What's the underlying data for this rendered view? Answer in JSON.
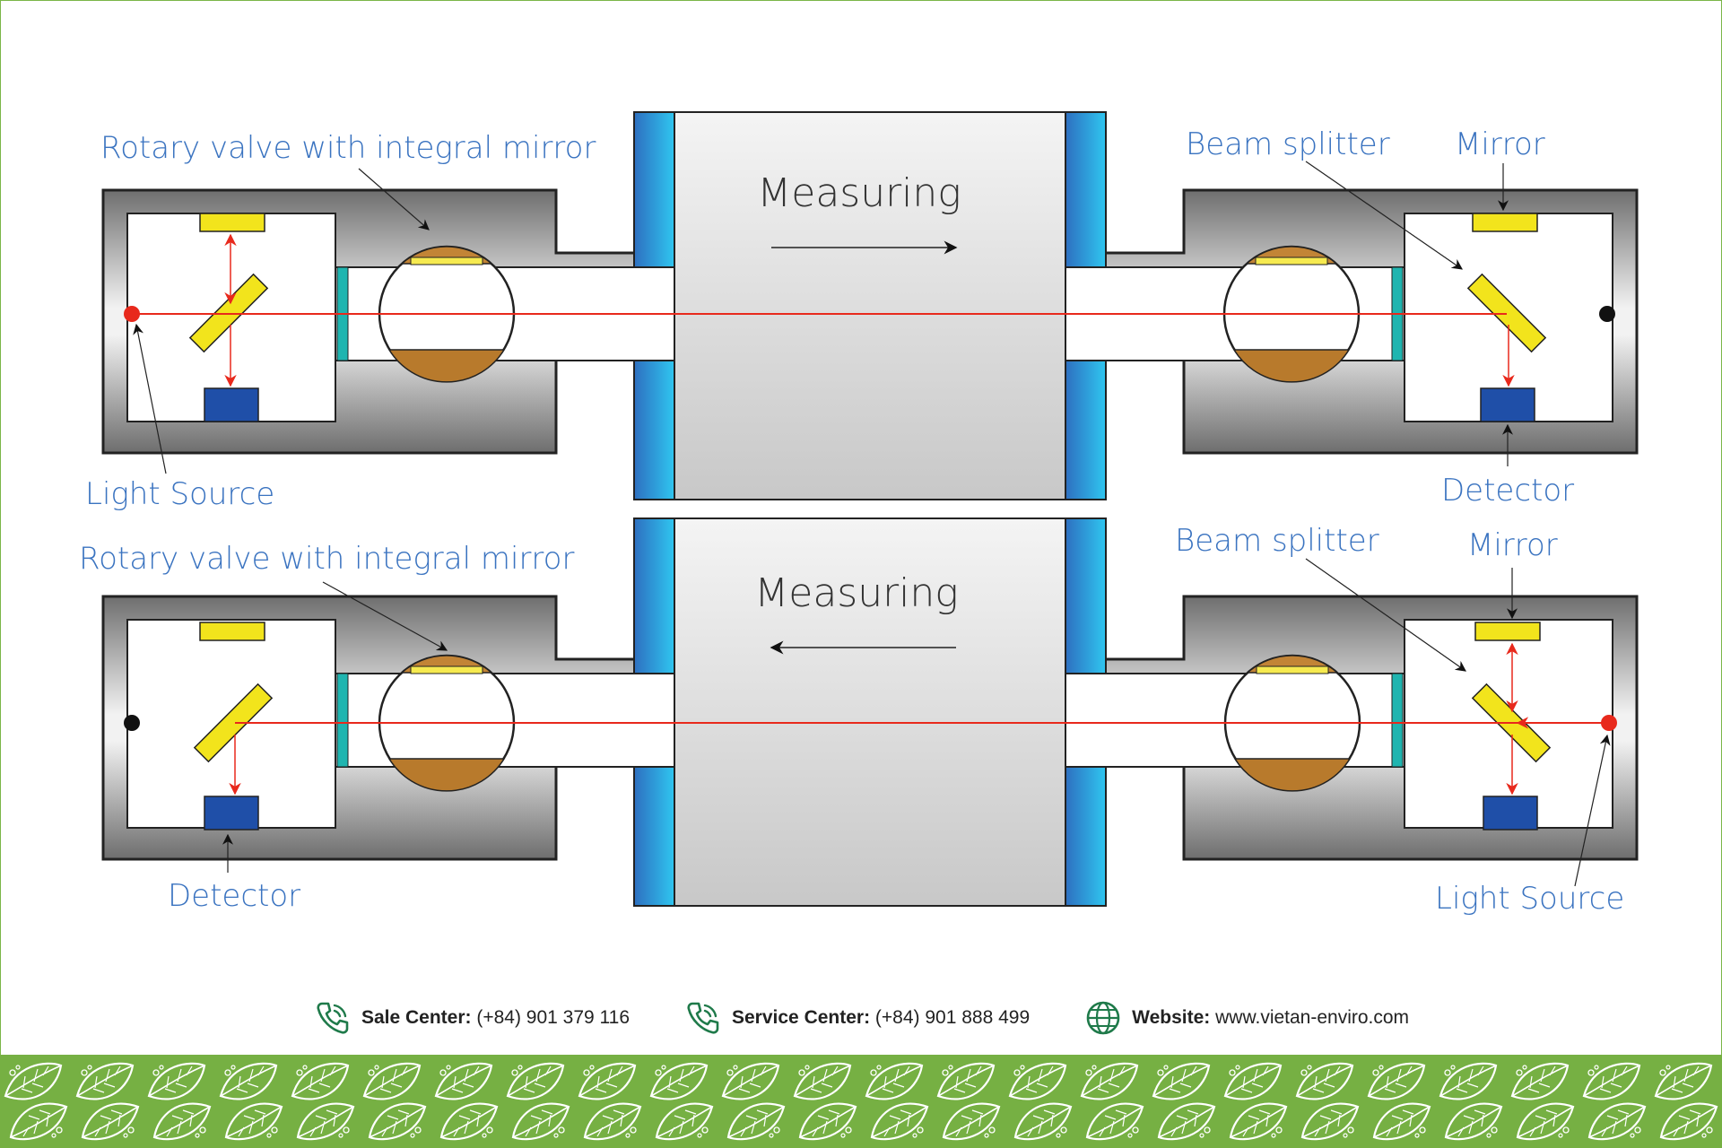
{
  "top": {
    "measuring": "Measuring",
    "labels": {
      "rotary_valve": "Rotary valve with integral mirror",
      "light_source": "Light Source",
      "beam_splitter": "Beam splitter",
      "mirror": "Mirror",
      "detector": "Detector"
    }
  },
  "bottom": {
    "measuring": "Measuring",
    "labels": {
      "rotary_valve": "Rotary valve with integral mirror",
      "detector": "Detector",
      "beam_splitter": "Beam splitter",
      "mirror": "Mirror",
      "light_source": "Light Source"
    }
  },
  "footer": {
    "sale_label": "Sale Center:",
    "sale_value": "(+84) 901 379 116",
    "service_label": "Service Center:",
    "service_value": "(+84) 901 888 499",
    "website_label": "Website:",
    "website_value": "www.vietan-enviro.com"
  },
  "colors": {
    "label_blue": "#3a73c0",
    "beam_red": "#e8291c",
    "mirror_yellow": "#f2e41c",
    "detector_blue": "#1f4fa8",
    "flange_blue": "#2aa3e0",
    "brand_green": "#76b043"
  }
}
